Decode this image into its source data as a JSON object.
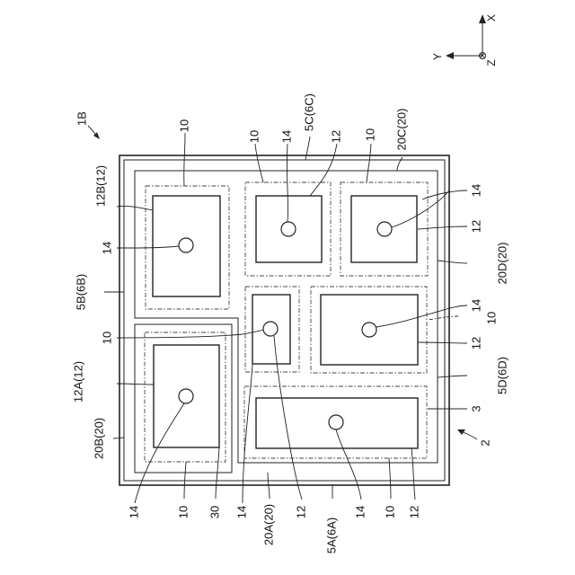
{
  "figure_label": "1B",
  "axes": {
    "x": "X",
    "y": "Y",
    "z": "Z"
  },
  "labels": {
    "l_5a": "5A(6A)",
    "l_5b": "5B(6B)",
    "l_5c": "5C(6C)",
    "l_5d": "5D(6D)",
    "l_20a": "20A(20)",
    "l_20b": "20B(20)",
    "l_20c": "20C(20)",
    "l_20d": "20D(20)",
    "l_12a": "12A(12)",
    "l_12b": "12B(12)",
    "n2": "2",
    "n3": "3",
    "n30": "30",
    "n10": "10",
    "n12": "12",
    "n14": "14"
  }
}
